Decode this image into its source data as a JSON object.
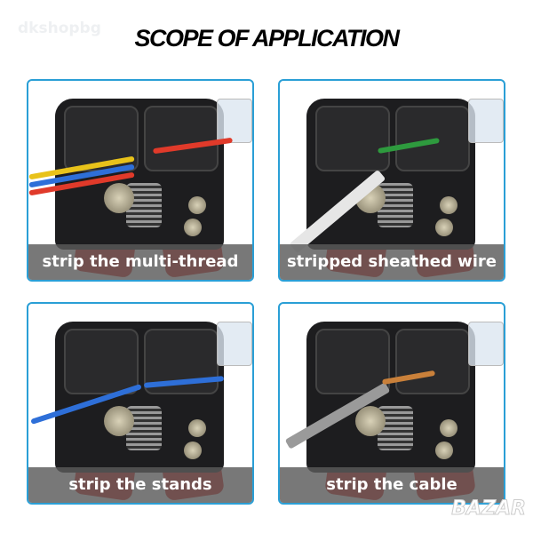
{
  "watermark_top": "dkshopbg",
  "title": "SCOPE OF APPLICATION",
  "panels": [
    {
      "label": "strip the multi-thread"
    },
    {
      "label": "stripped sheathed wire"
    },
    {
      "label": "strip the stands"
    },
    {
      "label": "strip the cable"
    }
  ],
  "watermark_bottom": "BAZAR",
  "colors": {
    "border": "#2a9fd6",
    "handle": "#d7261e"
  }
}
